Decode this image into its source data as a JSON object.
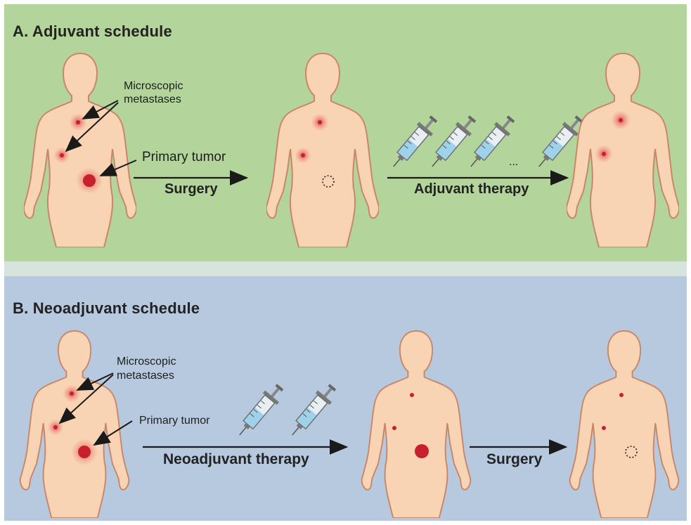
{
  "panels": {
    "adjuvant": {
      "title": "A. Adjuvant schedule",
      "metastases_label_line1": "Microscopic",
      "metastases_label_line2": "metastases",
      "primary_tumor_label": "Primary tumor",
      "step1_label": "Surgery",
      "step2_label": "Adjuvant therapy",
      "ellipsis": "..."
    },
    "neoadjuvant": {
      "title": "B. Neoadjuvant schedule",
      "metastases_label_line1": "Microscopic",
      "metastases_label_line2": "metastases",
      "primary_tumor_label": "Primary tumor",
      "step1_label": "Neoadjuvant therapy",
      "step2_label": "Surgery"
    }
  },
  "colors": {
    "adjuvant_bg": "#b3d59b",
    "neoadjuvant_bg": "#b6c9de",
    "divider": "#d6e4dd",
    "skin": "#f8d3b4",
    "skin_outline": "#c9876a",
    "tumor": "#c8202e",
    "syringe_fluid": "#9ed2ea"
  },
  "icons": [
    "body-figure",
    "tumor-dot",
    "removed-tumor-outline",
    "syringe-icon",
    "arrow-icon"
  ]
}
